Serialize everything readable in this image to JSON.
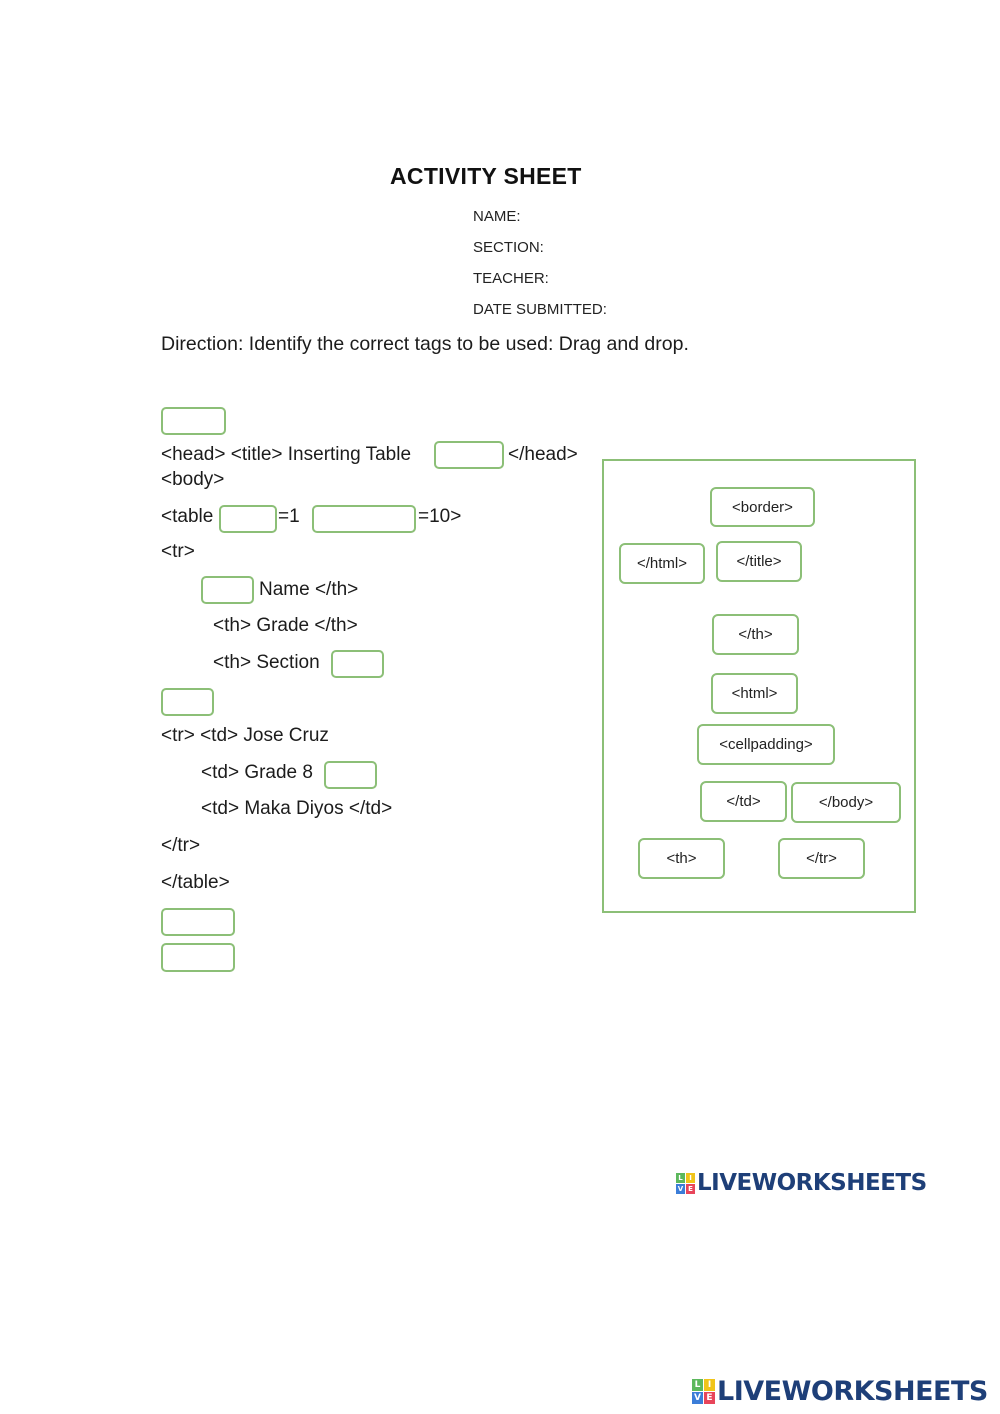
{
  "header": {
    "title": "ACTIVITY SHEET",
    "fields": [
      "NAME:",
      "SECTION:",
      "TEACHER:",
      "DATE SUBMITTED:"
    ]
  },
  "direction": "Direction: Identify the correct tags to be used: Drag and drop.",
  "code_lines": {
    "head_text": "<head> <title> Inserting Table",
    "head_close": "</head>",
    "body_open": "<body>",
    "table_open": "<table",
    "border_val": "=1",
    "cellpadding_val": "=10>",
    "tr_open": "<tr>",
    "name_text": "Name  </th>",
    "grade_th": "<th> Grade </th>",
    "section_th": "<th> Section",
    "tr_td_jose": "<tr> <td> Jose Cruz",
    "td_grade8": "<td> Grade 8",
    "td_maka": "<td> Maka Diyos </td>",
    "tr_close": "</tr>",
    "table_close": "</table>"
  },
  "drop_zones": [
    {
      "id": "drop-1"
    },
    {
      "id": "drop-2"
    },
    {
      "id": "drop-3"
    },
    {
      "id": "drop-4"
    },
    {
      "id": "drop-5"
    },
    {
      "id": "drop-6"
    },
    {
      "id": "drop-7"
    },
    {
      "id": "drop-8"
    },
    {
      "id": "drop-9"
    },
    {
      "id": "drop-10"
    }
  ],
  "answer_bank": {
    "chips": [
      {
        "label": "<border>"
      },
      {
        "label": "</html>"
      },
      {
        "label": "</title>"
      },
      {
        "label": "</th>"
      },
      {
        "label": "<html>"
      },
      {
        "label": "<cellpadding>"
      },
      {
        "label": "</td>"
      },
      {
        "label": "</body>"
      },
      {
        "label": "<th>"
      },
      {
        "label": "</tr>"
      }
    ]
  },
  "branding": {
    "logo_text": "LIVEWORKSHEETS",
    "logo_letters": [
      "L",
      "I",
      "V",
      "E"
    ],
    "logo_colors": [
      "#5cb85c",
      "#f0c419",
      "#3b7dd8",
      "#e8455a"
    ],
    "text_color": "#1e3f78"
  },
  "colors": {
    "drop_border": "#8cbf77"
  }
}
